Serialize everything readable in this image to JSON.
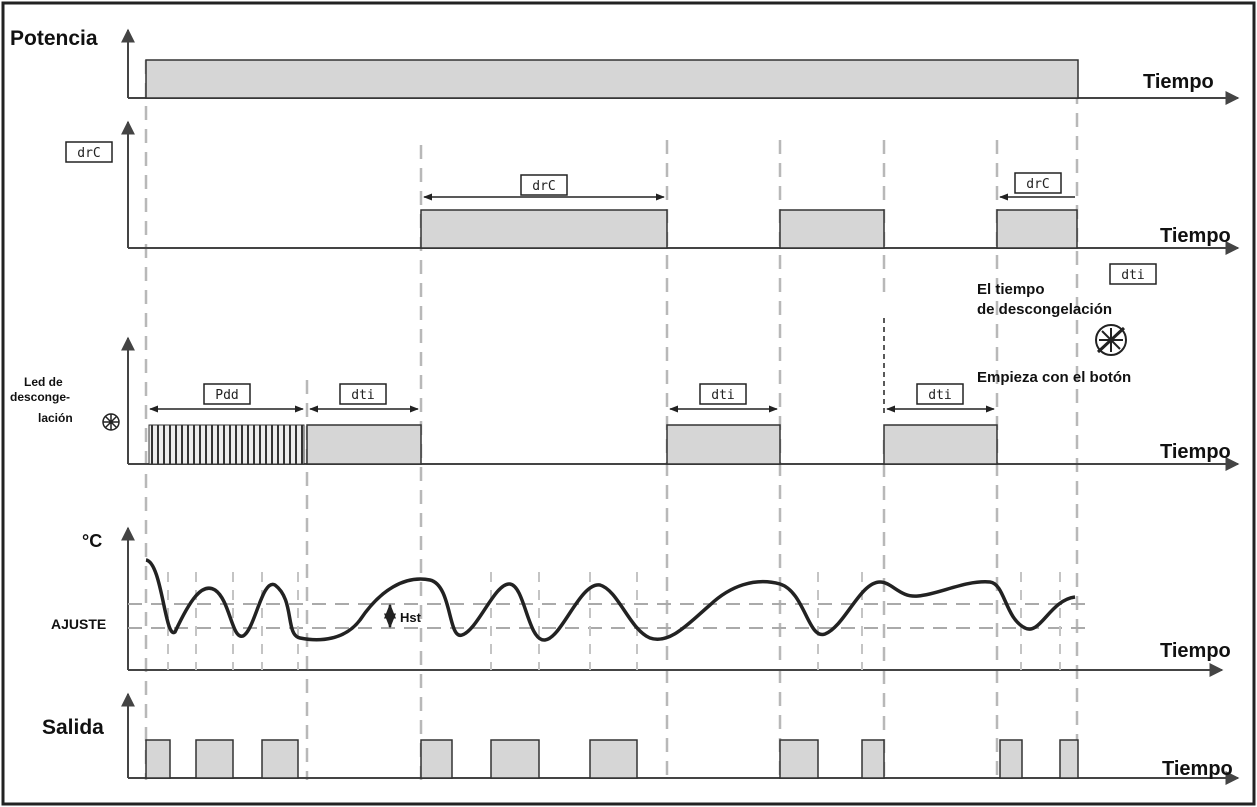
{
  "labels": {
    "potencia": "Potencia",
    "tiempo": "Tiempo",
    "led": [
      "Led de",
      "desconge-",
      "lación"
    ],
    "celsius": "°C",
    "ajuste": "AJUSTE",
    "hst": "Hst",
    "salida": "Salida",
    "tiempo_desc": [
      "El tiempo",
      "de descongelación"
    ],
    "empieza": "Empieza con el botón"
  },
  "displays": {
    "drc": "drC",
    "pdd": "Pdd",
    "dti": "dti"
  },
  "icons": {
    "defrost_led": "snowflake-icon",
    "manual_button": "manual-defrost-icon"
  },
  "colors": {
    "pulse_fill": "#d6d6d6",
    "guide": "#b8b8b8",
    "ink": "#222222"
  }
}
